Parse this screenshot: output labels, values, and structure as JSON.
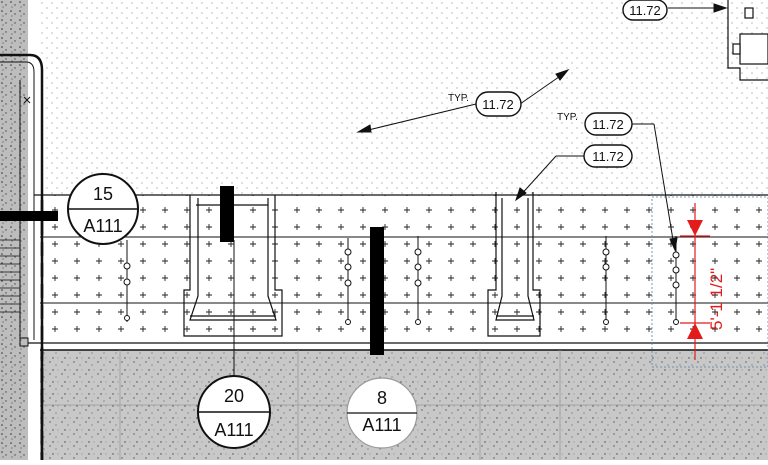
{
  "drawing": {
    "tag_numbers": [
      "11.72",
      "11.72",
      "11.72",
      "11.72"
    ],
    "typ_labels": [
      "TYP.",
      "TYP."
    ],
    "section_markers": [
      {
        "number": "15",
        "sheet": "A111"
      },
      {
        "number": "20",
        "sheet": "A111"
      },
      {
        "number": "8",
        "sheet": "A111"
      }
    ],
    "dimension": {
      "text": "5'-1 1/2\""
    },
    "colors": {
      "linework": "#111111",
      "dimension": "#e31b1b",
      "paving_fill": "#c9c9c9",
      "hatch_fill": "#ffffff"
    }
  }
}
